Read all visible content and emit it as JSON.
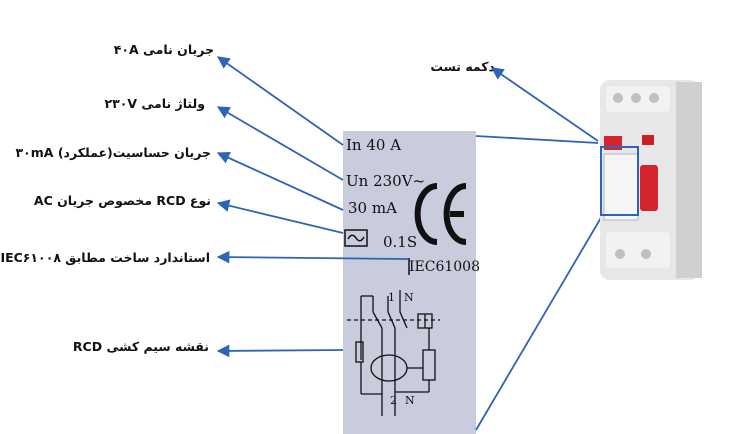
{
  "labels": {
    "rated_current": "جریان نامی ۴۰A",
    "rated_voltage": "ولتاژ نامی ۲۳۰V",
    "sensitivity": "جریان حساسیت(عملکرد) ۳۰mA",
    "rcd_type": "نوع RCD مخصوص جریان AC",
    "standard": "استاندارد ساخت مطابق IEC۶۱۰۰۸",
    "wiring": "نقشه سیم کشی RCD",
    "test_button": "دکمه تست"
  },
  "plate": {
    "in": "In  40  A",
    "un": "Un  230V~",
    "ma": "30  mA",
    "time": "0.1S",
    "ce": "CE",
    "iec": "IEC61008",
    "pole1": "1",
    "n1": "N",
    "pole2": "2",
    "n2": "N"
  },
  "colors": {
    "arrow": "#2e64b8",
    "panel": "#c9ccdc"
  }
}
